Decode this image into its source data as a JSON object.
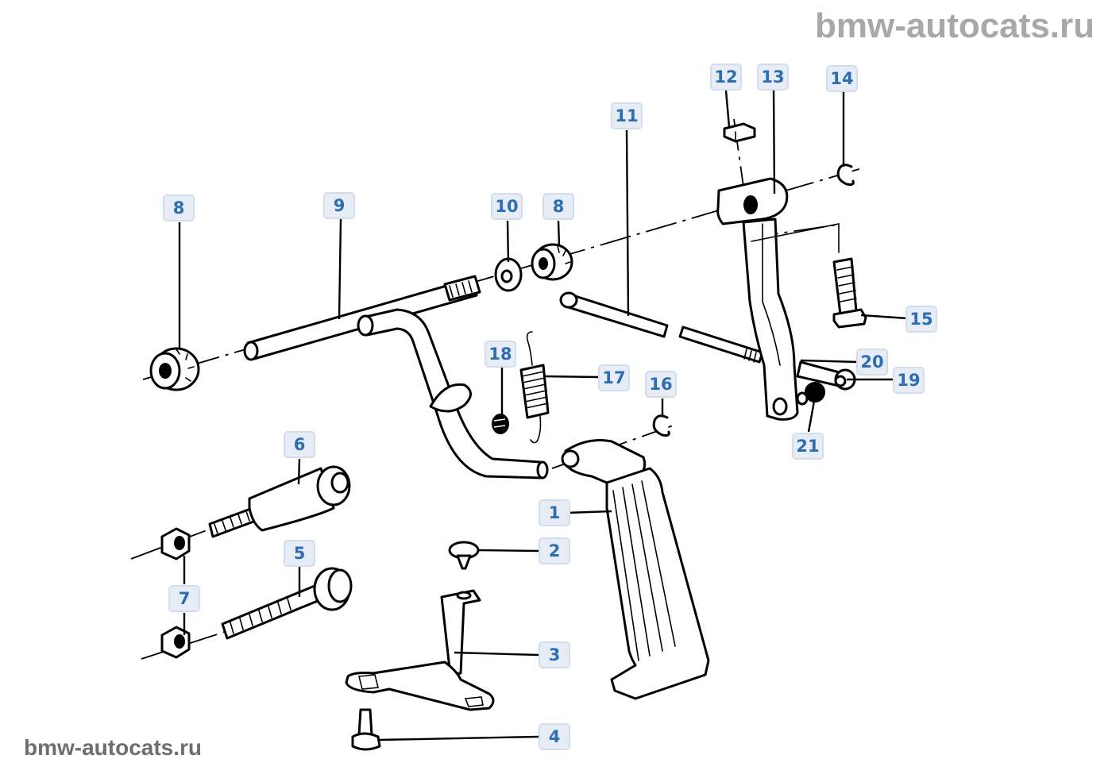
{
  "watermark": {
    "top": "bmw-autocats.ru",
    "bottom": "bmw-autocats.ru"
  },
  "diagram": {
    "subject": "Accelerator pedal linkage exploded view",
    "callouts": [
      {
        "id": "c1",
        "label": "1",
        "part": "accelerator-pedal"
      },
      {
        "id": "c2",
        "label": "2",
        "part": "plug-clip"
      },
      {
        "id": "c3",
        "label": "3",
        "part": "pedal-stop-bracket"
      },
      {
        "id": "c4",
        "label": "4",
        "part": "bracket-bolt"
      },
      {
        "id": "c5",
        "label": "5",
        "part": "stop-screw"
      },
      {
        "id": "c6",
        "label": "6",
        "part": "stop-buffer-screw"
      },
      {
        "id": "c7",
        "label": "7",
        "part": "hex-nut"
      },
      {
        "id": "c8a",
        "label": "8",
        "part": "bearing-bush-left"
      },
      {
        "id": "c8b",
        "label": "8",
        "part": "bearing-bush-right"
      },
      {
        "id": "c9",
        "label": "9",
        "part": "pedal-shaft"
      },
      {
        "id": "c10",
        "label": "10",
        "part": "washer"
      },
      {
        "id": "c11",
        "label": "11",
        "part": "connecting-rod"
      },
      {
        "id": "c12",
        "label": "12",
        "part": "clamp-nut"
      },
      {
        "id": "c13",
        "label": "13",
        "part": "lever-clamp"
      },
      {
        "id": "c14",
        "label": "14",
        "part": "circlip-upper"
      },
      {
        "id": "c15",
        "label": "15",
        "part": "hex-bolt"
      },
      {
        "id": "c16",
        "label": "16",
        "part": "circlip-lower"
      },
      {
        "id": "c17",
        "label": "17",
        "part": "tension-spring"
      },
      {
        "id": "c18",
        "label": "18",
        "part": "spring-bush"
      },
      {
        "id": "c19",
        "label": "19",
        "part": "ball-socket"
      },
      {
        "id": "c20",
        "label": "20",
        "part": "ball-pin"
      },
      {
        "id": "c21",
        "label": "21",
        "part": "lock-nut"
      }
    ]
  }
}
